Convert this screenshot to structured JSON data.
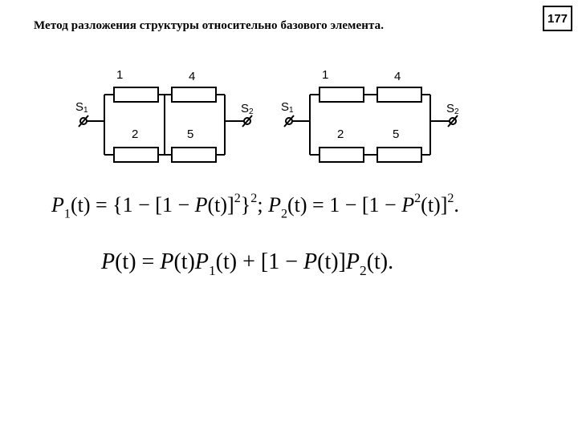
{
  "title": "Метод разложения структуры относительно базового элемента.",
  "page_number": "177",
  "circuits": [
    {
      "top_labels": [
        "1",
        "4"
      ],
      "bottom_labels": [
        "2",
        "5"
      ],
      "terminal_left": {
        "main": "S",
        "sub": "1"
      },
      "terminal_right": {
        "main": "S",
        "sub": "2"
      }
    },
    {
      "top_labels": [
        "1",
        "4"
      ],
      "bottom_labels": [
        "2",
        "5"
      ],
      "terminal_left": {
        "main": "S",
        "sub": "1"
      },
      "terminal_right": {
        "main": "S",
        "sub": "2"
      }
    }
  ],
  "equations": {
    "eq1_parts": [
      "P",
      "1",
      "(t) = {1 − [1 − ",
      "P",
      "(t)]",
      "2",
      "}",
      "2",
      "; ",
      "P",
      "2",
      "(t) = 1 − [1 − ",
      "P",
      "2",
      "(t)]",
      "2",
      "."
    ],
    "eq2_parts": [
      "P",
      "(t) = ",
      "P",
      "(t)",
      "P",
      "1",
      "(t) + [1 − ",
      "P",
      "(t)]",
      "P",
      "2",
      "(t)."
    ]
  }
}
